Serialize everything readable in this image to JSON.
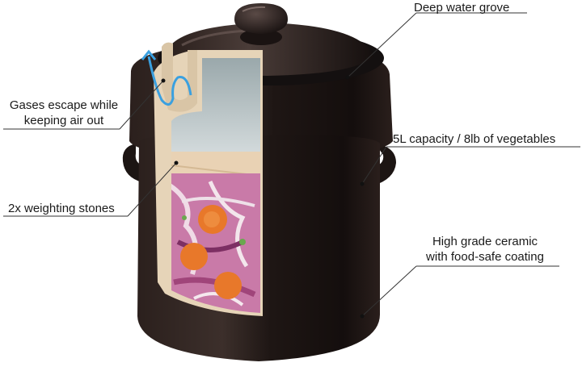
{
  "callouts": {
    "water_groove": "Deep water grove",
    "gases_line1": "Gases escape while",
    "gases_line2": "keeping air out",
    "capacity": "5L capacity / 8lb of vegetables",
    "stones": "2x weighting stones",
    "ceramic_line1": "High grade ceramic",
    "ceramic_line2": "with food-safe coating"
  },
  "colors": {
    "glaze": "#1e1614",
    "glaze_highlight": "#4a3c38",
    "water": "#b9c4c6",
    "stone": "#e9d2b4",
    "cabbage_purple": "#a0457a",
    "carrot": "#e8782a",
    "airflow_arrow": "#3aa0e0"
  }
}
